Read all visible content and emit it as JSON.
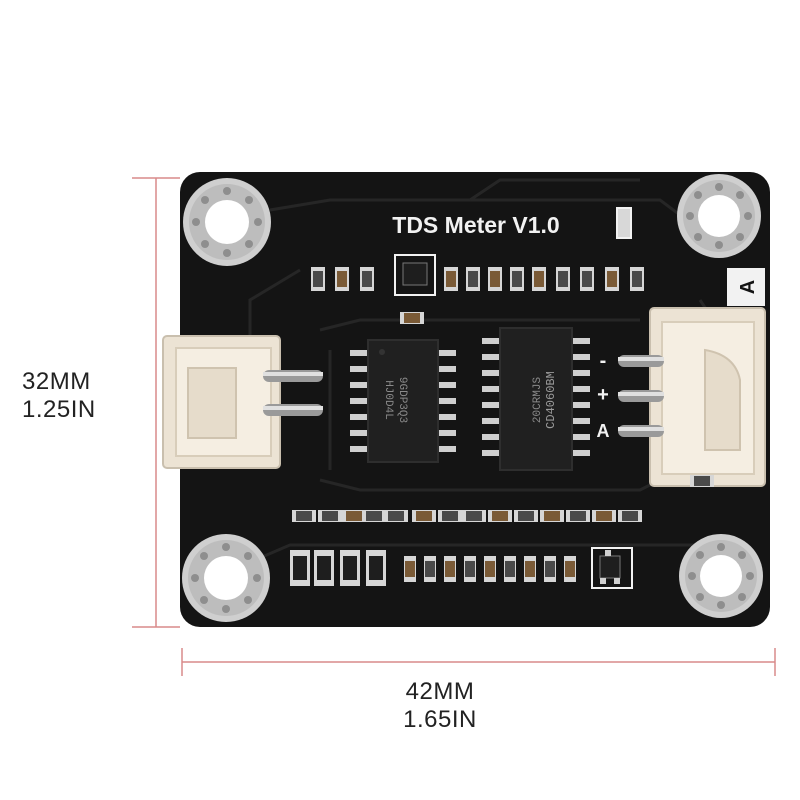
{
  "board": {
    "title": "TDS Meter V1.0",
    "label_a_box": "A",
    "pin_labels": [
      "-",
      "+",
      "A"
    ],
    "chip_left_text": [
      "9GDP3Q3",
      "HJ0D4L"
    ],
    "chip_right_text": [
      "20CRMJS",
      "CD4060BM"
    ],
    "colors": {
      "pcb": "#141414",
      "trace": "#262626",
      "silk": "#f2f2f2",
      "pad": "#cfcfcf",
      "connector": "#ece3d4",
      "dimension_line": "#d98a8a"
    }
  },
  "dimensions": {
    "height_mm": "32MM",
    "height_in": "1.25IN",
    "width_mm": "42MM",
    "width_in": "1.65IN"
  }
}
